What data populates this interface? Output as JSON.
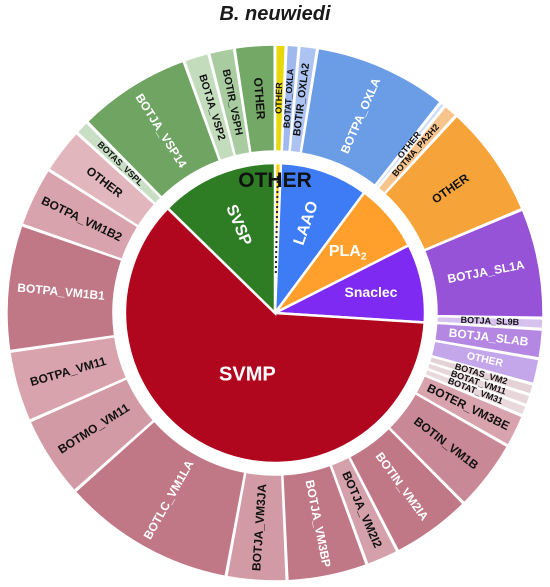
{
  "chart_data": {
    "type": "pie",
    "title": "B. neuwiedi",
    "inner": {
      "other_label": "OTHER",
      "slices": [
        {
          "label": "OTHER",
          "value": 0.6,
          "color": "#ffcc00"
        },
        {
          "label": "LAAO",
          "value": 9.0,
          "color": "#3d7cf4"
        },
        {
          "label": "PLA",
          "sub": "2",
          "value": 7.0,
          "color": "#ffa02d"
        },
        {
          "label": "Snaclec",
          "value": 8.0,
          "color": "#7f2af2"
        },
        {
          "label": "SVMP",
          "value": 58.0,
          "color": "#b0071e"
        },
        {
          "label": "SVSP",
          "value": 12.0,
          "color": "#2e7d24"
        }
      ]
    },
    "outer": [
      {
        "label": "OTHER",
        "value": 0.6,
        "color": "#e8d80a",
        "text": "#111111"
      },
      {
        "label": "BOTAT_OXLA",
        "value": 0.7,
        "color": "#9fb9ef",
        "text": "#111111"
      },
      {
        "label": "BOTIR_OXLA2",
        "value": 1.0,
        "color": "#adc3f2",
        "text": "#111111"
      },
      {
        "label": "BOTPA_OXLA",
        "value": 7.3,
        "color": "#6a9de6",
        "text": "#ffffff"
      },
      {
        "label": "OTHER",
        "value": 0.3,
        "color": "#cddcf6",
        "text": "#111111"
      },
      {
        "label": "BOTMA_PA2H2",
        "value": 0.8,
        "color": "#f7c48d",
        "text": "#111111"
      },
      {
        "label": "OTHER",
        "value": 6.2,
        "color": "#f6a43a",
        "text": "#111111"
      },
      {
        "label": "BOTJA_SL1A",
        "value": 6.0,
        "color": "#9653d8",
        "text": "#ffffff"
      },
      {
        "label": "BOTJA_SL9B",
        "value": 0.6,
        "color": "#d7c2ef",
        "text": "#111111"
      },
      {
        "label": "BOTJA_SLAB",
        "value": 1.6,
        "color": "#b487e3",
        "text": "#ffffff"
      },
      {
        "label": "OTHER",
        "value": 1.4,
        "color": "#c4a6ea",
        "text": "#ffffff"
      },
      {
        "label": "BOTAS_VM2",
        "value": 0.6,
        "color": "#e5d2d6",
        "text": "#111111"
      },
      {
        "label": "BOTAT_VM11",
        "value": 0.6,
        "color": "#e7d6da",
        "text": "#111111"
      },
      {
        "label": "BOTAT_VM31",
        "value": 0.6,
        "color": "#e9d9dd",
        "text": "#111111"
      },
      {
        "label": "BOTER_VM3BE",
        "value": 1.8,
        "color": "#d9a3ad",
        "text": "#111111"
      },
      {
        "label": "BOTIN_VM1B",
        "value": 3.9,
        "color": "#c98896",
        "text": "#111111"
      },
      {
        "label": "BOTIN_VM2IA",
        "value": 4.4,
        "color": "#c07887",
        "text": "#ffffff"
      },
      {
        "label": "BOTJA_VM2I2",
        "value": 1.8,
        "color": "#d4a1ab",
        "text": "#111111"
      },
      {
        "label": "BOTJA_VM3BP",
        "value": 4.4,
        "color": "#c07887",
        "text": "#ffffff"
      },
      {
        "label": "BOTJA_VM3JA",
        "value": 3.3,
        "color": "#d29aa5",
        "text": "#111111"
      },
      {
        "label": "BOTLC_VM1LA",
        "value": 9.5,
        "color": "#c07887",
        "text": "#ffffff"
      },
      {
        "label": "BOTMO_VM11",
        "value": 4.5,
        "color": "#d29aa5",
        "text": "#111111"
      },
      {
        "label": "BOTPA_VM11",
        "value": 3.9,
        "color": "#d9a3ad",
        "text": "#111111"
      },
      {
        "label": "BOTPA_VM1B1",
        "value": 6.9,
        "color": "#c07887",
        "text": "#ffffff"
      },
      {
        "label": "BOTPA_VM1B2",
        "value": 3.3,
        "color": "#d9a3ad",
        "text": "#111111"
      },
      {
        "label": "OTHER",
        "value": 2.5,
        "color": "#e1b6bd",
        "text": "#111111"
      },
      {
        "label": "BOTAS_VSPL",
        "value": 0.8,
        "color": "#c9dfc5",
        "text": "#111111"
      },
      {
        "label": "BOTJA_VSP14",
        "value": 6.2,
        "color": "#6fa463",
        "text": "#ffffff"
      },
      {
        "label": "BOTJA_VSP2",
        "value": 1.4,
        "color": "#c2dcbc",
        "text": "#111111"
      },
      {
        "label": "BOTIR_VSPH",
        "value": 1.4,
        "color": "#a8cc9f",
        "text": "#111111"
      },
      {
        "label": "OTHER",
        "value": 2.2,
        "color": "#74a866",
        "text": "#111111"
      }
    ]
  }
}
